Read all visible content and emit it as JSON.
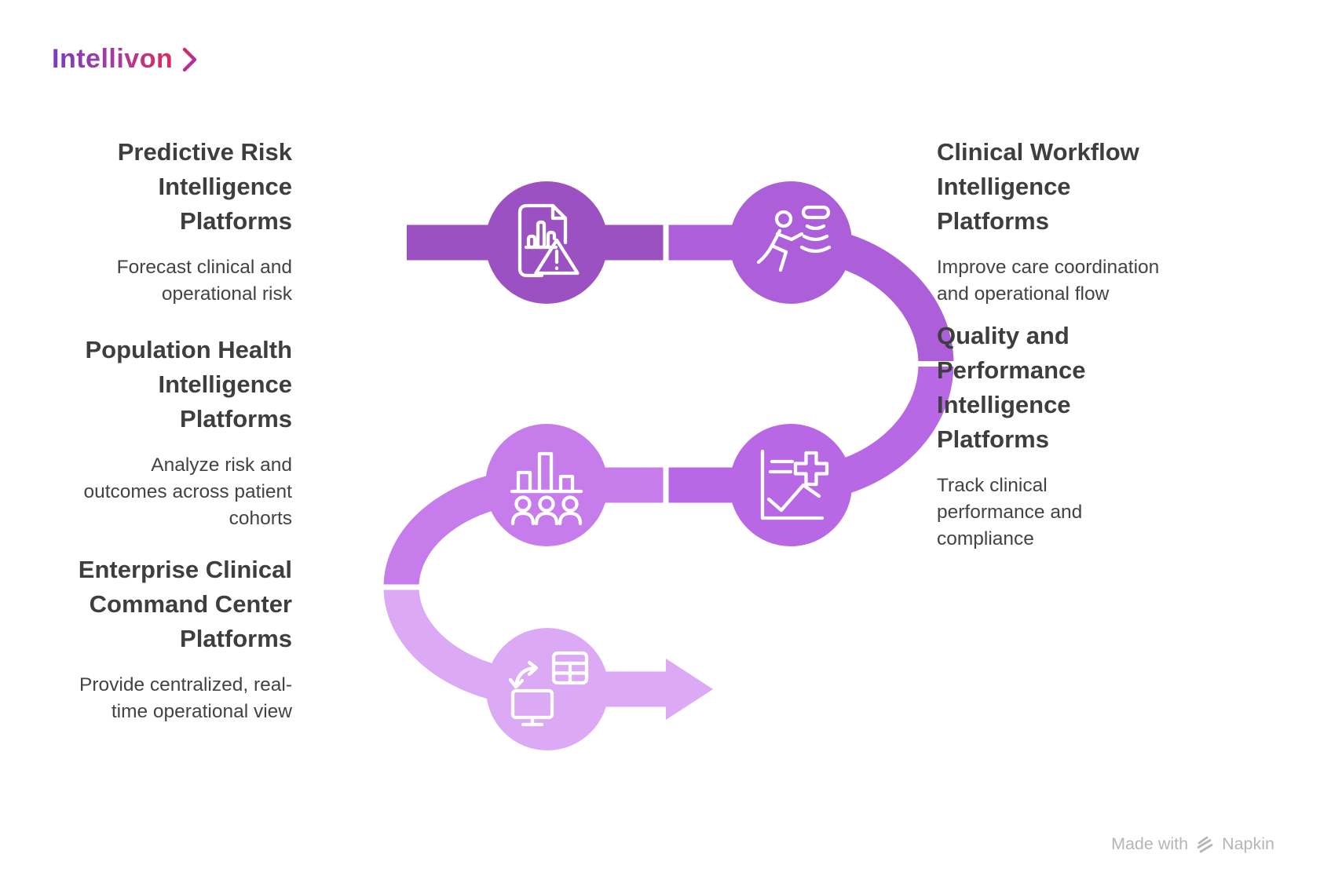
{
  "brand": {
    "name": "Intellivon",
    "gradient_start": "#7b3ac5",
    "gradient_end": "#e22858"
  },
  "left_column": [
    {
      "heading_lines": [
        "Predictive Risk",
        "Intelligence",
        "Platforms"
      ],
      "body_lines": [
        "Forecast clinical and",
        "operational risk"
      ]
    },
    {
      "heading_lines": [
        "Population Health",
        "Intelligence",
        "Platforms"
      ],
      "body_lines": [
        "Analyze risk and",
        "outcomes across patient",
        "cohorts"
      ]
    },
    {
      "heading_lines": [
        "Enterprise Clinical",
        "Command Center",
        "Platforms"
      ],
      "body_lines": [
        "Provide centralized, real-",
        "time operational view"
      ]
    }
  ],
  "right_column": [
    {
      "heading_lines": [
        "Clinical Workflow",
        "Intelligence",
        "Platforms"
      ],
      "body_lines": [
        "Improve care coordination",
        "and operational flow"
      ]
    },
    {
      "heading_lines": [
        "Quality and",
        "Performance",
        "Intelligence",
        "Platforms"
      ],
      "body_lines": [
        "Track clinical",
        "performance and",
        "compliance"
      ]
    }
  ],
  "flow": {
    "segment_colors": [
      "#9b51c2",
      "#ac5fd9",
      "#b968e5",
      "#c77ceb",
      "#dcaaf4"
    ],
    "divider_color": "#ffffff",
    "icon_color": "#ffffff",
    "steps": [
      {
        "icon": "document-alert-icon"
      },
      {
        "icon": "runner-signal-icon"
      },
      {
        "icon": "chart-medical-cross-icon"
      },
      {
        "icon": "bar-chart-people-icon"
      },
      {
        "icon": "monitor-table-sync-icon"
      }
    ]
  },
  "footer": {
    "made_with": "Made with",
    "brand": "Napkin"
  }
}
